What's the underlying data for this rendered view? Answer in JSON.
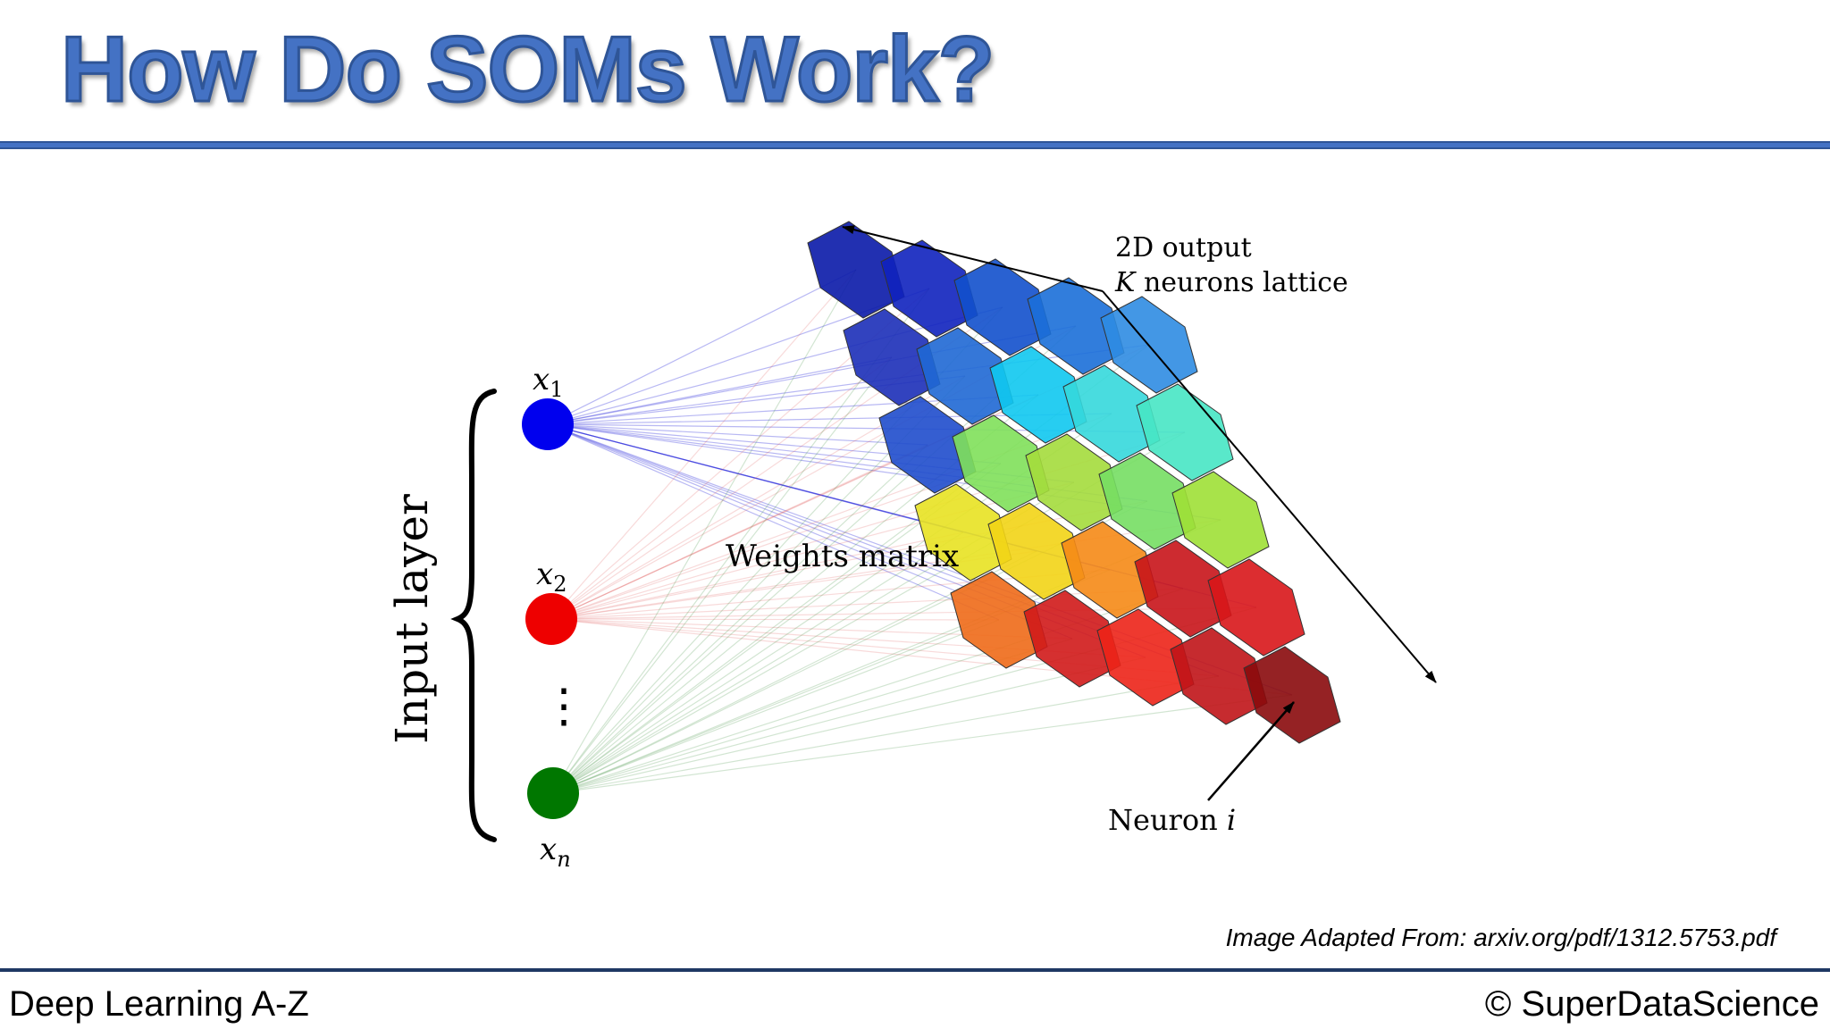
{
  "slide": {
    "title": "How Do SOMs Work?",
    "credit": "Image Adapted From: arxiv.org/pdf/1312.5753.pdf",
    "course": "Deep Learning A-Z",
    "copyright": "© SuperDataScience"
  },
  "diagram": {
    "input_layer_label": "Input layer",
    "weights_label": "Weights matrix",
    "output_label_line1": "2D output",
    "output_label_k": "K",
    "output_label_rest": " neurons lattice",
    "neuron_label": "Neuron ",
    "neuron_index": "i",
    "dots": "⋮",
    "inputs": [
      {
        "var": "x",
        "sub": "1",
        "color": "#0000ee"
      },
      {
        "var": "x",
        "sub": "2",
        "color": "#ee0000"
      },
      {
        "var": "x",
        "sub": "n",
        "color": "#007700"
      }
    ]
  }
}
